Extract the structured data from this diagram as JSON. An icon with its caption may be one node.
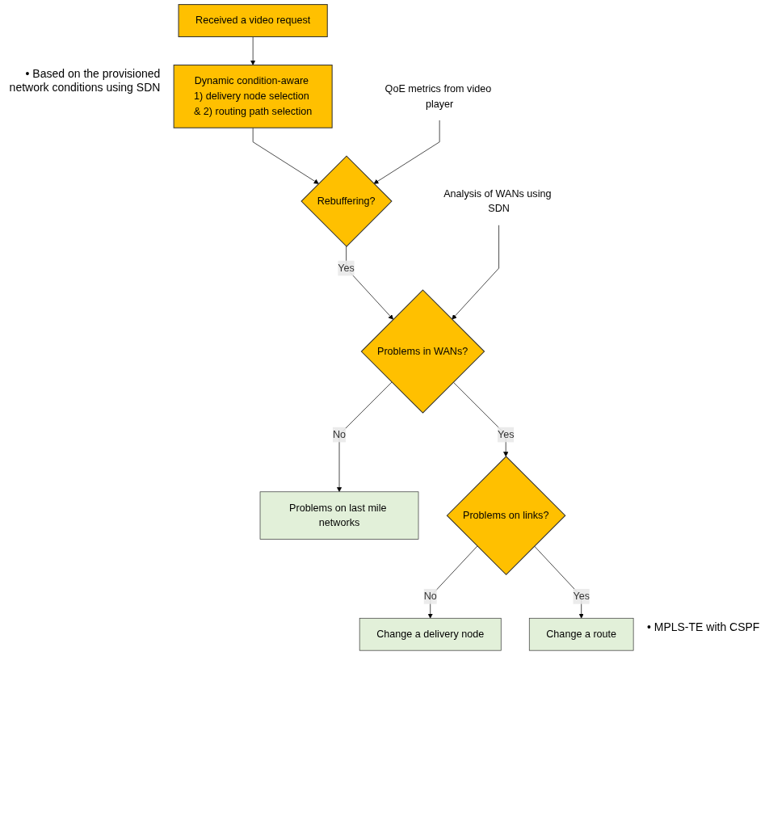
{
  "diagram": {
    "nodes": [
      {
        "text": [
          "Received a video request"
        ]
      },
      {
        "text": [
          "Dynamic condition-aware 1) delivery node selection & 2) routing path selection"
        ],
        "beside": [
          "• Based on the provisioned network conditions using SDN"
        ]
      },
      {
        "text": [
          "QoE metrics from video player"
        ]
      },
      {
        "text": [
          "Rebuffering?"
        ]
      },
      {
        "text": [
          "Analysis of WANs using SDN"
        ]
      },
      {
        "text": [
          "Problems in WANs?"
        ]
      },
      {
        "text": [
          "Problems on last mile networks"
        ]
      },
      {
        "text": [
          "Problems on links?"
        ]
      },
      {
        "text": [
          "Change a delivery node"
        ]
      },
      {
        "text": [
          "Change a route"
        ],
        "beside": [
          "• MPLS-TE with CSPF"
        ]
      }
    ],
    "edges": [
      {
        "from": 0,
        "to": 1,
        "arrow": "to"
      },
      {
        "from": 1,
        "to": 3,
        "arrow": "to"
      },
      {
        "from": 2,
        "to": 3,
        "arrow": "to"
      },
      {
        "from": 3,
        "to": 5,
        "label": "Yes",
        "arrow": "to"
      },
      {
        "from": 4,
        "to": 5,
        "arrow": "to"
      },
      {
        "from": 5,
        "to": 6,
        "label": "No",
        "arrow": "to"
      },
      {
        "from": 5,
        "to": 7,
        "label": "Yes",
        "arrow": "to"
      },
      {
        "from": 7,
        "to": 8,
        "label": "No",
        "arrow": "to"
      },
      {
        "from": 7,
        "to": 9,
        "label": "Yes",
        "arrow": "to"
      }
    ]
  }
}
